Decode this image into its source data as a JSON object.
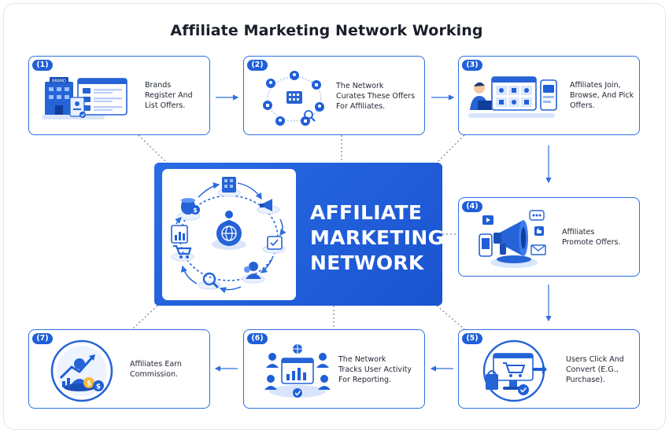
{
  "title": "Affiliate Marketing Network Working",
  "center": {
    "lines": [
      "AFFILIATE",
      "MARKETING",
      "NETWORK"
    ]
  },
  "steps": [
    {
      "number": "(1)",
      "text": [
        "Brands",
        "Register And",
        "List Offers."
      ],
      "icon": "building-listing-icon"
    },
    {
      "number": "(2)",
      "text": [
        "The Network",
        "Curates These Offers",
        "For Affiliates."
      ],
      "icon": "network-curation-icon"
    },
    {
      "number": "(3)",
      "text": [
        "Affiliates Join,",
        "Browse, And Pick",
        "Offers."
      ],
      "icon": "affiliate-browse-icon"
    },
    {
      "number": "(4)",
      "text": [
        "Affiliates",
        "Promote Offers."
      ],
      "icon": "megaphone-icon"
    },
    {
      "number": "(5)",
      "text": [
        "Users Click And",
        "Convert (E.G.,",
        "Purchase)."
      ],
      "icon": "cart-conversion-icon"
    },
    {
      "number": "(6)",
      "text": [
        "The Network",
        "Tracks User Activity",
        "For Reporting."
      ],
      "icon": "analytics-tracking-icon"
    },
    {
      "number": "(7)",
      "text": [
        "Affiliates Earn",
        "Commission."
      ],
      "icon": "commission-coins-icon"
    }
  ],
  "colors": {
    "accent": "#1f5fd8",
    "border": "#2d6fe0",
    "center_bg": "#1a54cf",
    "text": "#1d2330"
  }
}
